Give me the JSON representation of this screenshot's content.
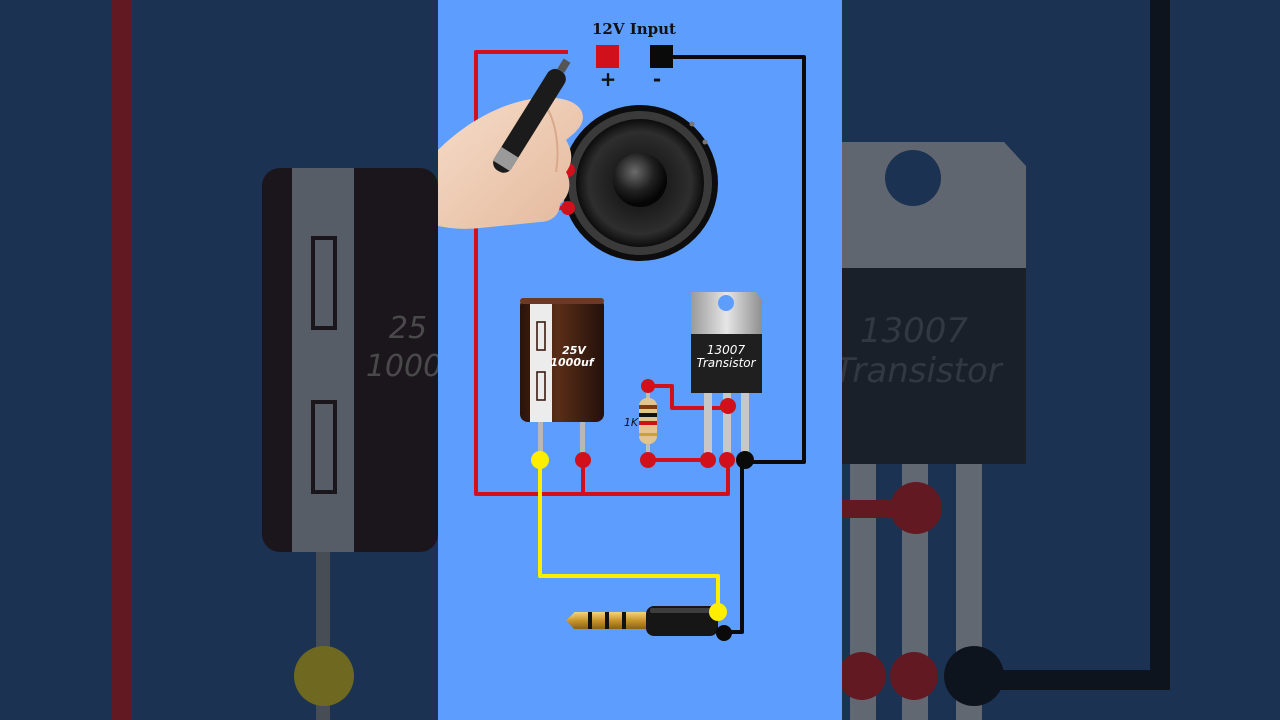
{
  "power": {
    "title": "12V Input",
    "positive": "+",
    "negative": "-"
  },
  "capacitor": {
    "voltage": "25V",
    "capacitance": "1000uf"
  },
  "transistor": {
    "model": "13007",
    "kind": "Transistor"
  },
  "resistor": {
    "value": "1K"
  },
  "colors": {
    "panel_bg": "#5c9dfd",
    "side_bg": "#1d3557",
    "wire_positive": "#d0101b",
    "wire_ground": "#0a0a0a",
    "wire_signal": "#ffee00",
    "capacitor_body": "#3a1c0f",
    "transistor_tab": "#c9c9c9"
  }
}
